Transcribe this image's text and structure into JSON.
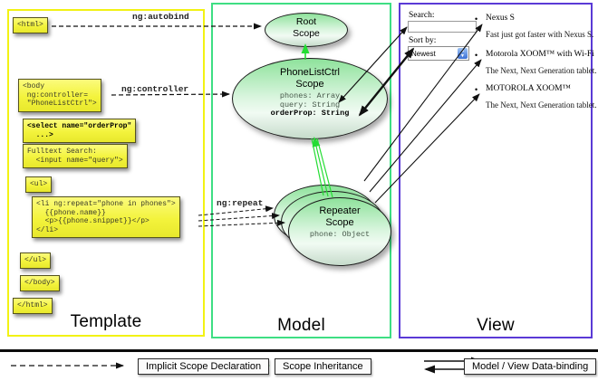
{
  "panels": {
    "template": {
      "label": "Template",
      "border_color": "#f2f214"
    },
    "model": {
      "label": "Model",
      "border_color": "#3ede83"
    },
    "view": {
      "label": "View",
      "border_color": "#5a3ad6"
    }
  },
  "directives": {
    "autobind": "ng:autobind",
    "controller": "ng:controller",
    "repeat": "ng:repeat"
  },
  "code_boxes": {
    "html_open": {
      "lines": [
        "<html>"
      ]
    },
    "body_open": {
      "lines": [
        "<body",
        " ng:controller=",
        " \"PhoneListCtrl\">"
      ]
    },
    "select": {
      "lines": [
        "<select name=\"orderProp\"",
        "  ...>"
      ]
    },
    "fulltext": {
      "lines": [
        "Fulltext Search:",
        "  <input name=\"query\">"
      ]
    },
    "ul_open": {
      "lines": [
        "<ul>"
      ]
    },
    "li_repeat": {
      "lines": [
        "<li ng:repeat=\"phone in phones\">",
        "  {{phone.name}}",
        "  <p>{{phone.snippet}}</p>",
        "</li>"
      ]
    },
    "ul_close": {
      "lines": [
        "</ul>"
      ]
    },
    "body_close": {
      "lines": [
        "</body>"
      ]
    },
    "html_close": {
      "lines": [
        "</html>"
      ]
    }
  },
  "scopes": {
    "root": {
      "line1": "Root",
      "line2": "Scope"
    },
    "phonelistctrl": {
      "line1": "PhoneListCtrl",
      "line2": "Scope",
      "prop1": "phones: Array",
      "prop2": "query: String",
      "prop3": "orderProp: String"
    },
    "repeater": {
      "line1": "Repeater",
      "line2": "Scope",
      "prop1": "phone: Object"
    }
  },
  "view": {
    "search_label": "Search:",
    "search_value": "",
    "sort_label": "Sort by:",
    "sort_value": "Newest",
    "bullet": "•",
    "items": [
      {
        "title": "Nexus S",
        "desc": "Fast just got faster with Nexus S."
      },
      {
        "title": "Motorola XOOM™  with Wi-Fi",
        "desc": "The Next, Next Generation tablet."
      },
      {
        "title": "MOTOROLA XOOM™",
        "desc": "The Next, Next Generation tablet."
      }
    ]
  },
  "legend": {
    "implicit": "Implicit Scope Declaration",
    "inheritance": "Scope Inheritance",
    "databinding": "Model / View Data-binding"
  },
  "colors": {
    "template_border": "#f2f214",
    "model_border": "#3ede83",
    "view_border": "#5a3ad6",
    "code_box_yellow": "#f3f33c",
    "scope_fill_green": "#8ee29b",
    "inheritance_arrow_green": "#24dd33",
    "arrow_black": "#111111"
  }
}
